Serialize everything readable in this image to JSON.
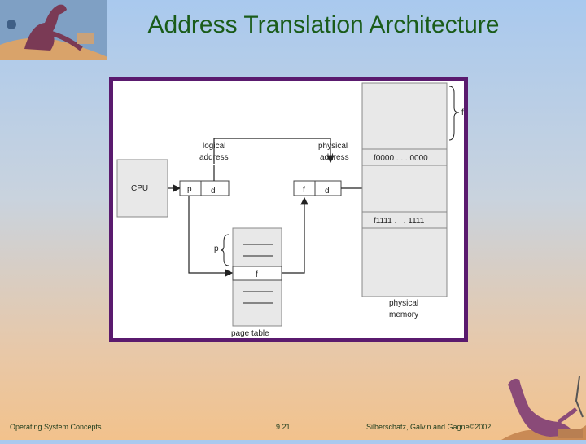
{
  "slide": {
    "title": "Address Translation Architecture"
  },
  "figure": {
    "cpu_label": "CPU",
    "logical_address_line1": "logical",
    "logical_address_line2": "address",
    "physical_address_line1": "physical",
    "physical_address_line2": "address",
    "p_label": "p",
    "d_label": "d",
    "f_label": "f",
    "d2_label": "d",
    "page_table_p": "p",
    "page_table_f": "f",
    "page_table_label": "page table",
    "frame_start": "f0000 . . . 0000",
    "frame_end": "f1111 . . . 1111",
    "memory_f_label": "f",
    "physical_memory_line1": "physical",
    "physical_memory_line2": "memory"
  },
  "footer": {
    "left": "Operating System Concepts",
    "center": "9.21",
    "right": "Silberschatz, Galvin and  Gagne©2002"
  },
  "colors": {
    "title": "#1a5c1a",
    "frame_border": "#5a1a6e",
    "box_fill": "#e8e8e8"
  }
}
